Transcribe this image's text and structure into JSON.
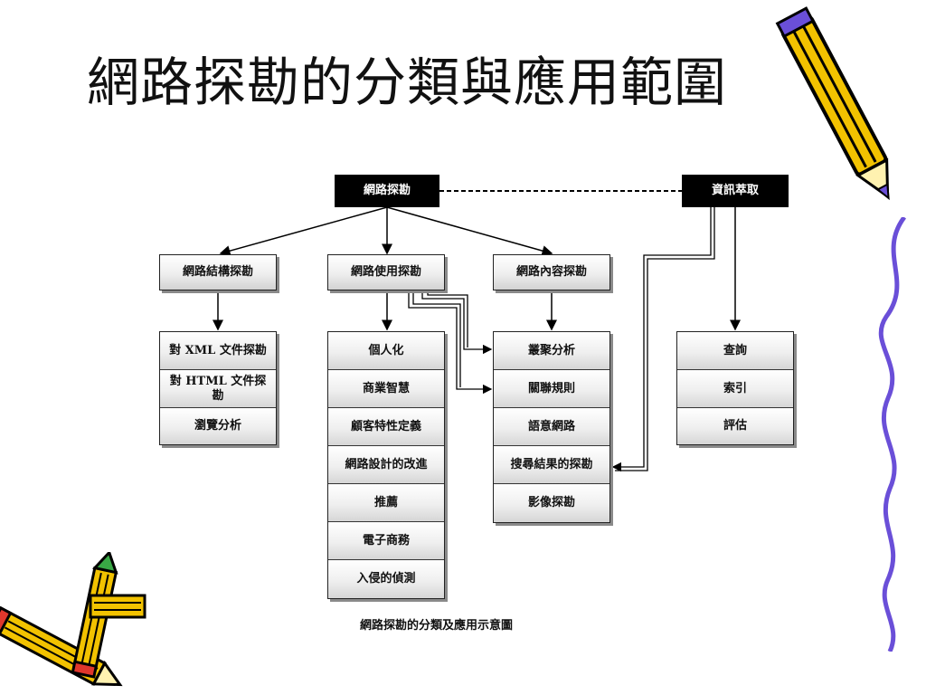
{
  "slide": {
    "title": "網路探勘的分類與應用範圍"
  },
  "diagram": {
    "root": "網路探勘",
    "info_extraction": "資訊萃取",
    "categories": [
      "網路結構探勘",
      "網路使用探勘",
      "網路內容探勘"
    ],
    "structure_items": [
      "對 XML 文件探勘",
      "對 HTML 文件探勘",
      "瀏覽分析"
    ],
    "usage_items": [
      "個人化",
      "商業智慧",
      "顧客特性定義",
      "網路設計的改進",
      "推薦",
      "電子商務",
      "入侵的偵測"
    ],
    "content_items": [
      "叢聚分析",
      "關聯規則",
      "語意網路",
      "搜尋結果的探勘",
      "影像探勘"
    ],
    "info_items": [
      "查詢",
      "索引",
      "評估"
    ],
    "caption": "網路探勘的分類及應用示意圖"
  },
  "colors": {
    "pencil_body": "#f2c200",
    "pencil_outline": "#000000",
    "pencil_tip": "#6a4fd8",
    "wavy_line": "#6a4fd8"
  },
  "decorations": [
    "pencil-icon",
    "pencil-icon",
    "pencil-icon",
    "wavy-line"
  ]
}
